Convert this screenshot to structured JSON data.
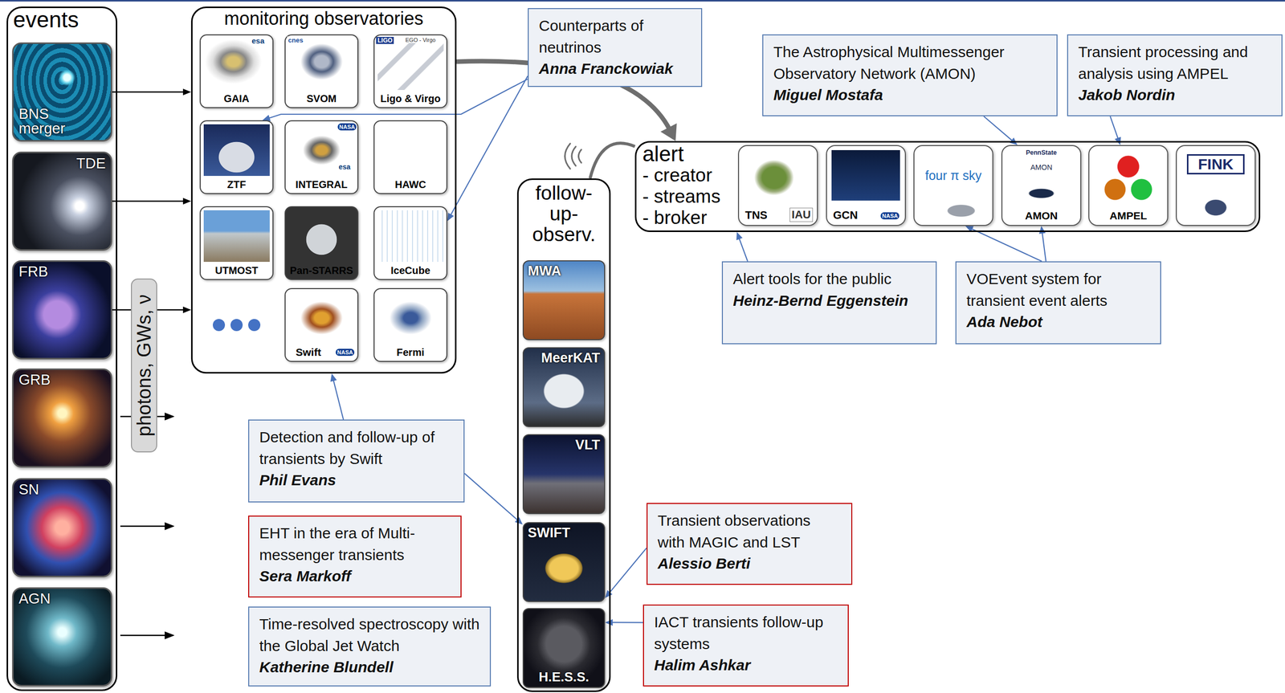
{
  "diagram": {
    "nodes": [
      {
        "text": [
          "events"
        ]
      },
      {
        "text": [
          "BNS merger"
        ],
        "in": 0
      },
      {
        "text": [
          "TDE"
        ],
        "in": 0
      },
      {
        "text": [
          "FRB"
        ],
        "in": 0
      },
      {
        "text": [
          "GRB"
        ],
        "in": 0
      },
      {
        "text": [
          "SN"
        ],
        "in": 0
      },
      {
        "text": [
          "AGN"
        ],
        "in": 0
      },
      {
        "text": [
          "photons, GWs, ν"
        ]
      },
      {
        "text": [
          "monitoring observatories"
        ]
      },
      {
        "text": [
          "GAIA"
        ],
        "in": 8
      },
      {
        "text": [
          "SVOM"
        ],
        "in": 8
      },
      {
        "text": [
          "Ligo & Virgo"
        ],
        "in": 8
      },
      {
        "text": [
          "ZTF"
        ],
        "in": 8
      },
      {
        "text": [
          "INTEGRAL"
        ],
        "in": 8
      },
      {
        "text": [
          "HAWC"
        ],
        "in": 8
      },
      {
        "text": [
          "UTMOST"
        ],
        "in": 8
      },
      {
        "text": [
          "Pan-STARRS"
        ],
        "in": 8
      },
      {
        "text": [
          "IceCube"
        ],
        "in": 8
      },
      {
        "text": [
          "Swift"
        ],
        "in": 8
      },
      {
        "text": [
          "Fermi"
        ],
        "in": 8
      },
      {
        "text": [
          "Counterparts of neutrinos",
          "Anna Franckowiak"
        ]
      },
      {
        "text": [
          "follow-up-observ."
        ]
      },
      {
        "text": [
          "MWA"
        ],
        "in": 21
      },
      {
        "text": [
          "MeerKAT"
        ],
        "in": 21
      },
      {
        "text": [
          "VLT"
        ],
        "in": 21
      },
      {
        "text": [
          "SWIFT"
        ],
        "in": 21
      },
      {
        "text": [
          "H.E.S.S."
        ],
        "in": 21
      },
      {
        "text": [
          "alert",
          "- creator",
          "- streams",
          "- broker"
        ]
      },
      {
        "text": [
          "TNS",
          "IAU"
        ],
        "in": 27
      },
      {
        "text": [
          "GCN"
        ],
        "in": 27
      },
      {
        "text": [
          "four π sky"
        ],
        "in": 27
      },
      {
        "text": [
          "PennState",
          "AMON",
          "AMON"
        ],
        "in": 27
      },
      {
        "text": [
          "AMPEL"
        ],
        "in": 27
      },
      {
        "text": [
          "FINK"
        ],
        "in": 27
      },
      {
        "text": [
          "The Astrophysical Multimessenger Observatory Network (AMON)",
          "Miguel Mostafa"
        ]
      },
      {
        "text": [
          "Transient processing and analysis using AMPEL",
          "Jakob Nordin"
        ]
      },
      {
        "text": [
          "Alert tools for the public",
          "Heinz-Bernd Eggenstein"
        ]
      },
      {
        "text": [
          "VOEvent system for transient event alerts",
          "Ada Nebot"
        ]
      },
      {
        "text": [
          "Detection and follow-up of transients by Swift",
          "Phil Evans"
        ]
      },
      {
        "text": [
          "EHT in the era of Multi-messenger transients",
          "Sera Markoff"
        ]
      },
      {
        "text": [
          "Time-resolved spectroscopy with the Global Jet Watch",
          "Katherine Blundell"
        ]
      },
      {
        "text": [
          "Transient observations with MAGIC and LST",
          "Alessio Berti"
        ]
      },
      {
        "text": [
          "IACT transients follow-up systems",
          "Halim Ashkar"
        ]
      }
    ],
    "edges": [
      {
        "from": 1,
        "to": 8,
        "arrow": "to"
      },
      {
        "from": 2,
        "to": 8,
        "arrow": "to"
      },
      {
        "from": 3,
        "to": 8,
        "arrow": "to"
      },
      {
        "from": 8,
        "to": 27,
        "arrow": "to"
      },
      {
        "from": 27,
        "to": 21,
        "arrow": "none"
      },
      {
        "from": 20,
        "to": 12,
        "arrow": "to"
      },
      {
        "from": 20,
        "to": 17,
        "arrow": "to"
      },
      {
        "from": 34,
        "to": 31,
        "arrow": "to"
      },
      {
        "from": 35,
        "to": 32,
        "arrow": "to"
      },
      {
        "from": 36,
        "to": 27,
        "arrow": "to"
      },
      {
        "from": 37,
        "to": 30,
        "arrow": "to"
      },
      {
        "from": 37,
        "to": 31,
        "arrow": "to"
      },
      {
        "from": 38,
        "to": 8,
        "arrow": "to"
      },
      {
        "from": 38,
        "to": 25,
        "arrow": "to"
      },
      {
        "from": 41,
        "to": 25,
        "arrow": "to"
      },
      {
        "from": 42,
        "to": 26,
        "arrow": "to"
      }
    ],
    "labels": [
      "esa",
      "cnes",
      "LIGO",
      "EGO - Virgo",
      "NASA",
      "esa",
      "NASA",
      "NASA"
    ]
  }
}
